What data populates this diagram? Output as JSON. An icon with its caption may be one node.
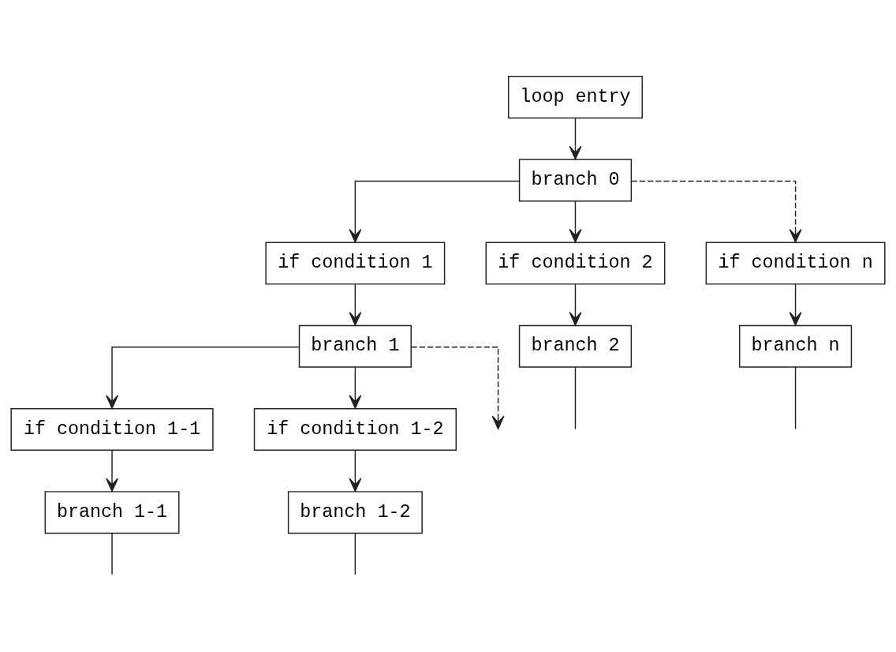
{
  "diagram": {
    "nodes": [
      {
        "text": [
          "loop entry"
        ]
      },
      {
        "text": [
          "branch 0"
        ]
      },
      {
        "text": [
          "if condition 1"
        ]
      },
      {
        "text": [
          "if condition 2"
        ]
      },
      {
        "text": [
          "if condition n"
        ]
      },
      {
        "text": [
          "branch 1"
        ]
      },
      {
        "text": [
          "branch 2"
        ]
      },
      {
        "text": [
          "branch n"
        ]
      },
      {
        "text": [
          "if condition 1-1"
        ]
      },
      {
        "text": [
          "if condition 1-2"
        ]
      },
      {
        "text": [
          "branch 1-1"
        ]
      },
      {
        "text": [
          "branch 1-2"
        ]
      }
    ],
    "edges": [
      {
        "from": 0,
        "to": 1,
        "arrow": "to"
      },
      {
        "from": 1,
        "to": 2,
        "arrow": "to"
      },
      {
        "from": 1,
        "to": 3,
        "arrow": "to"
      },
      {
        "from": 1,
        "to": 4,
        "arrow": "to",
        "style": "dashed"
      },
      {
        "from": 2,
        "to": 5,
        "arrow": "to"
      },
      {
        "from": 3,
        "to": 6,
        "arrow": "to"
      },
      {
        "from": 4,
        "to": 7,
        "arrow": "to"
      },
      {
        "from": 5,
        "to": 8,
        "arrow": "to"
      },
      {
        "from": 5,
        "to": 9,
        "arrow": "to"
      },
      {
        "from": 5,
        "to": null,
        "arrow": "to",
        "style": "dashed"
      },
      {
        "from": 6,
        "to": null,
        "arrow": "none"
      },
      {
        "from": 7,
        "to": null,
        "arrow": "none"
      },
      {
        "from": 8,
        "to": 10,
        "arrow": "to"
      },
      {
        "from": 9,
        "to": 11,
        "arrow": "to"
      },
      {
        "from": 10,
        "to": null,
        "arrow": "none"
      },
      {
        "from": 11,
        "to": null,
        "arrow": "none"
      }
    ]
  }
}
